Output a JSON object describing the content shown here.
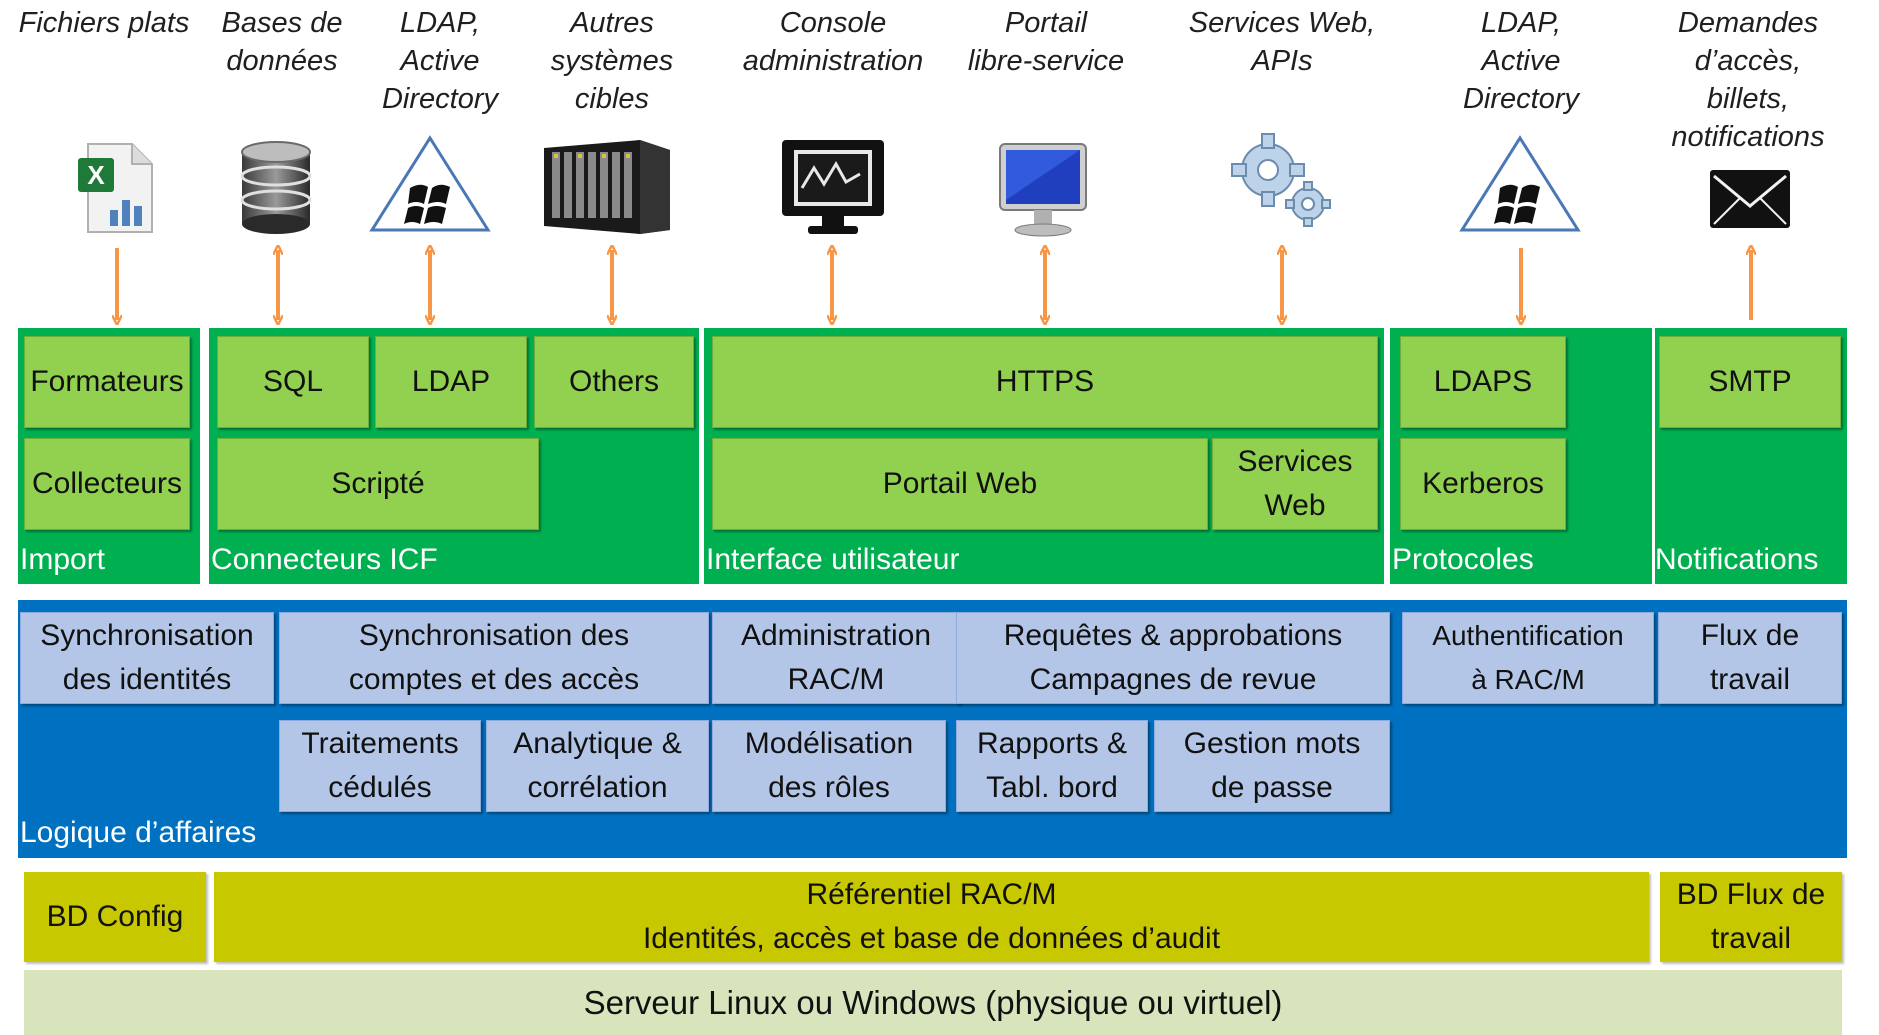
{
  "top_labels": [
    "Fichiers plats",
    "Bases de\ndonnées",
    "LDAP,\nActive\nDirectory",
    "Autres\nsystèmes\ncibles",
    "Console\nadministration",
    "Portail\nlibre-service",
    "Services Web,\nAPIs",
    "LDAP,\nActive\nDirectory",
    "Demandes d’accès,\nbillets,\nnotifications"
  ],
  "icons": [
    "excel-file-icon",
    "database-icon",
    "ldap-directory-icon",
    "server-rack-icon",
    "admin-console-icon",
    "monitor-icon",
    "gears-icon",
    "ldap-directory-icon",
    "envelope-icon"
  ],
  "colors": {
    "green_panel": "#00b050",
    "green_box": "#92d050",
    "blue_panel": "#0070c0",
    "blue_box": "#b4c6e7",
    "olive": "#c8c800",
    "server": "#d8e4bc",
    "arrow": "#f79646"
  },
  "import": {
    "label": "Import",
    "formateurs": "Formateurs",
    "collecteurs": "Collecteurs"
  },
  "icf": {
    "label": "Connecteurs ICF",
    "sql": "SQL",
    "ldap": "LDAP",
    "others": "Others",
    "scripte": "Scripté"
  },
  "ui": {
    "label": "Interface utilisateur",
    "https": "HTTPS",
    "portail_web": "Portail Web",
    "services_web": "Services\nWeb"
  },
  "protocols": {
    "label": "Protocoles",
    "ldaps": "LDAPS",
    "kerberos": "Kerberos"
  },
  "notifications": {
    "label": "Notifications",
    "smtp": "SMTP"
  },
  "business": {
    "label": "Logique d’affaires",
    "sync_identites": "Synchronisation\ndes identités",
    "sync_comptes": "Synchronisation des\ncomptes et des accès",
    "traitements": "Traitements\ncédulés",
    "analytique": "Analytique &\ncorrélation",
    "admin": "Administration\nRAC/M",
    "requetes": "Requêtes & approbations\nCampagnes de revue",
    "modelisation": "Modélisation\ndes rôles",
    "rapports": "Rapports &\nTabl. bord",
    "gestion_mdp": "Gestion mots\nde passe",
    "auth": "Authentification\nà RAC/M",
    "flux": "Flux de\ntravail"
  },
  "data_layer": {
    "bd_config": "BD Config",
    "referentiel": "Référentiel RAC/M\nIdentités, accès et base de données d’audit",
    "bd_flux": "BD Flux de\ntravail"
  },
  "server": "Serveur Linux ou Windows (physique ou virtuel)"
}
